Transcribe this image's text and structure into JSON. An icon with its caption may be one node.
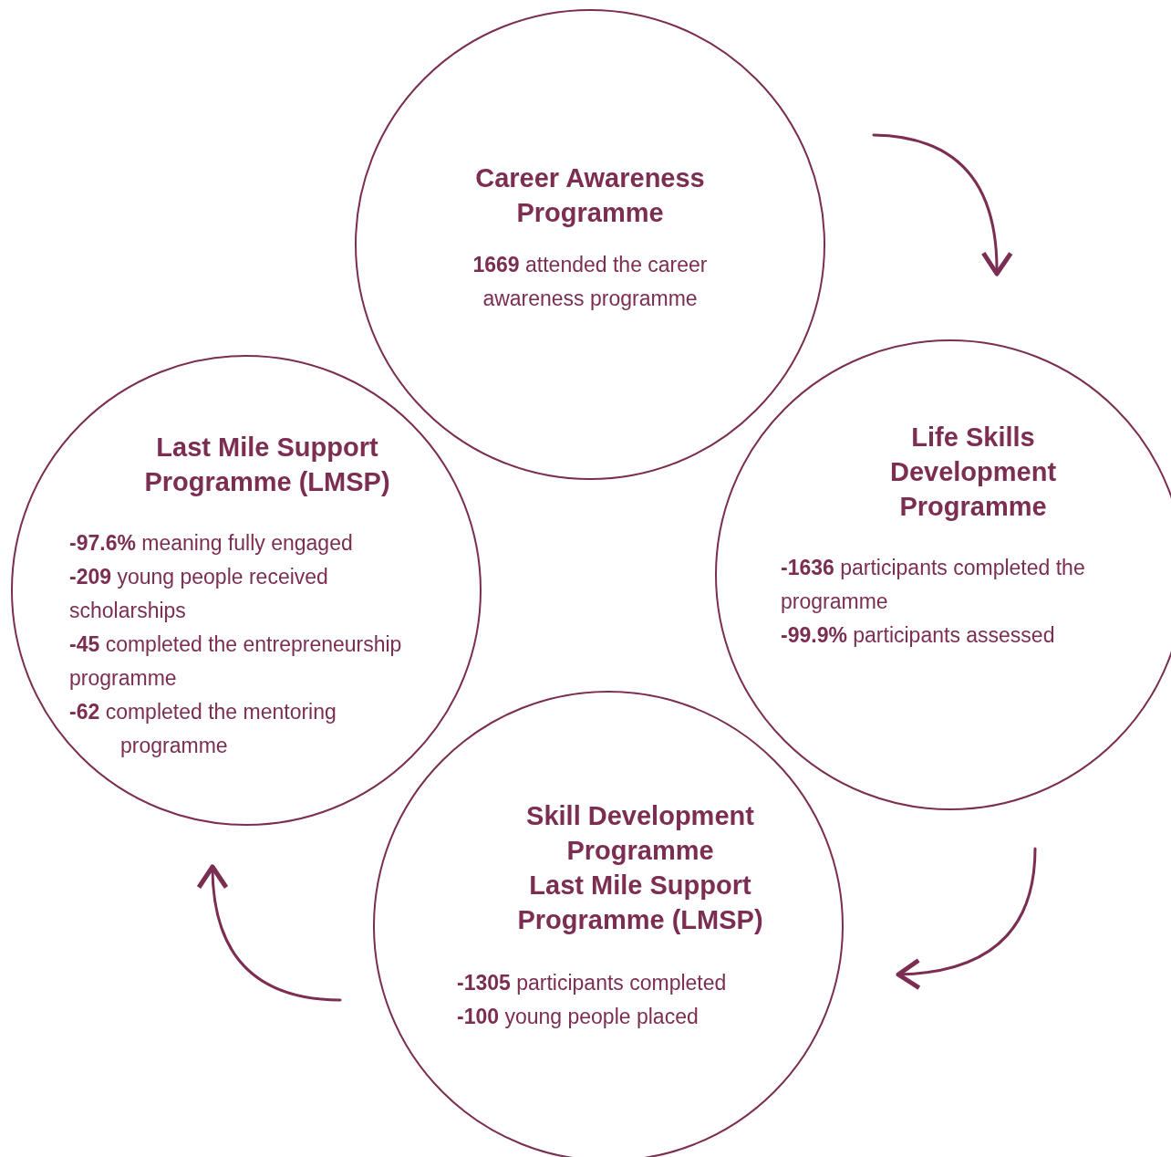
{
  "diagram": {
    "nodes": [
      {
        "text": [
          "Career Awareness Programme",
          "**1669** attended the career awareness programme"
        ]
      },
      {
        "text": [
          "Life Skills Development Programme",
          "**-1636** participants completed the programme",
          "**-99.9%** participants assessed"
        ]
      },
      {
        "text": [
          "Skill Development Programme",
          "Last Mile Support Programme (LMSP)",
          "**-1305** participants completed",
          "**-100** young people placed"
        ]
      },
      {
        "text": [
          "Last Mile Support Programme (LMSP)",
          "**-97.6%** meaning fully engaged",
          "**-209** young people received scholarships",
          "**-45** completed the entrepreneurship programme",
          "**-62** completed the mentoring programme"
        ]
      }
    ],
    "edges": [
      {
        "from": 0,
        "to": 1,
        "arrow": "to"
      },
      {
        "from": 1,
        "to": 2,
        "arrow": "to"
      },
      {
        "from": 2,
        "to": 3,
        "arrow": "to"
      }
    ]
  }
}
